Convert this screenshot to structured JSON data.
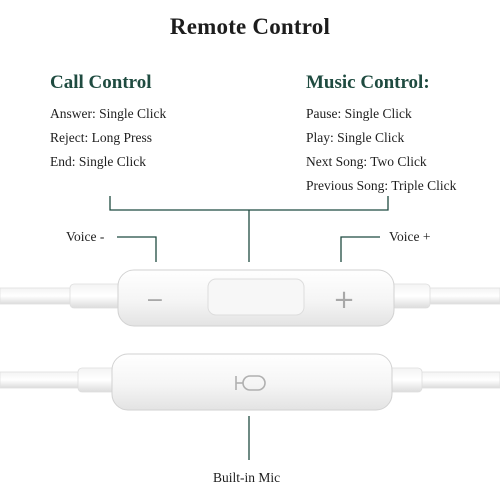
{
  "title": "Remote Control",
  "call_control": {
    "heading": "Call Control",
    "items": [
      "Answer: Single Click",
      "Reject: Long Press",
      "End: Single Click"
    ]
  },
  "music_control": {
    "heading": "Music Control:",
    "items": [
      "Pause: Single Click",
      "Play: Single Click",
      "Next Song: Two Click",
      "Previous Song: Triple Click"
    ]
  },
  "labels": {
    "voice_minus": "Voice -",
    "voice_plus": "Voice +",
    "mic": "Built-in Mic"
  },
  "remote": {
    "minus_symbol": "−",
    "plus_symbol": "+"
  },
  "colors": {
    "heading": "#1f4b40",
    "line": "#1f4b40",
    "device": "#f6f6f6"
  }
}
